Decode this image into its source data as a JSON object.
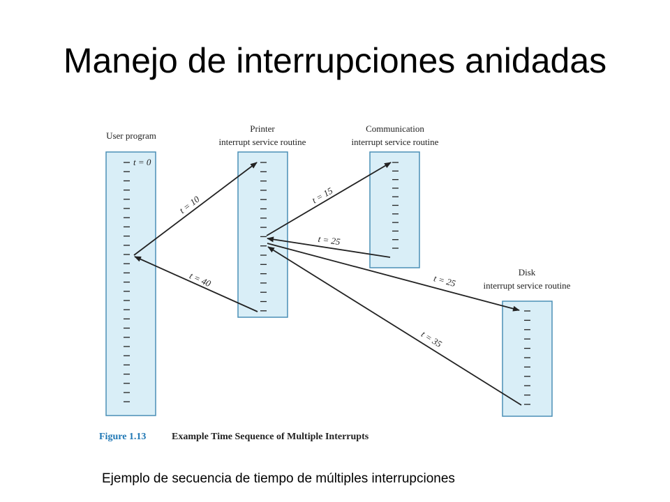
{
  "slide": {
    "title": "Manejo de interrupciones anidadas",
    "caption": "Ejemplo de secuencia de tiempo de múltiples interrupciones"
  },
  "diagram": {
    "routines": {
      "user": {
        "label_line1": "User program",
        "label_line2": ""
      },
      "printer": {
        "label_line1": "Printer",
        "label_line2": "interrupt service routine"
      },
      "comm": {
        "label_line1": "Communication",
        "label_line2": "interrupt service routine"
      },
      "disk": {
        "label_line1": "Disk",
        "label_line2": "interrupt service routine"
      }
    },
    "start_time_label": "t = 0",
    "transitions": [
      {
        "from": "user",
        "to": "printer",
        "label": "t = 10"
      },
      {
        "from": "printer",
        "to": "comm",
        "label": "t = 15"
      },
      {
        "from": "comm",
        "to": "printer",
        "label": "t = 25"
      },
      {
        "from": "printer",
        "to": "disk",
        "label": "t = 25"
      },
      {
        "from": "disk",
        "to": "printer",
        "label": "t = 35"
      },
      {
        "from": "printer",
        "to": "user",
        "label": "t = 40"
      }
    ],
    "figure": {
      "number": "Figure 1.13",
      "title": "Example Time Sequence of Multiple Interrupts",
      "number_color": "#1f77b4"
    },
    "colors": {
      "box_fill": "#d9eef7",
      "box_stroke": "#4a8fb5",
      "arrow": "#222222"
    }
  }
}
